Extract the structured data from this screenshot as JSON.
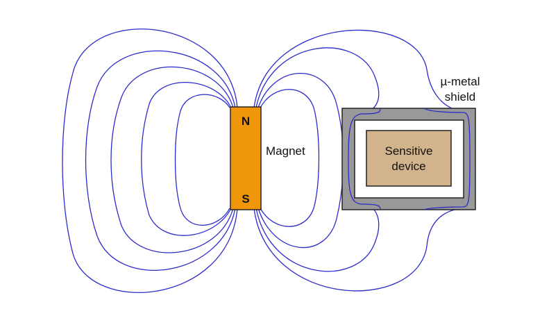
{
  "magnet": {
    "north_label": "N",
    "south_label": "S",
    "caption": "Magnet",
    "fill_color": "#F0960A"
  },
  "shield": {
    "caption_line1": "µ-metal",
    "caption_line2": "shield",
    "shield_color": "#999999"
  },
  "device": {
    "label_line1": "Sensitive",
    "label_line2": "device",
    "fill_color": "#D2B48C"
  },
  "field_lines": {
    "color": "#2A2ACC"
  }
}
